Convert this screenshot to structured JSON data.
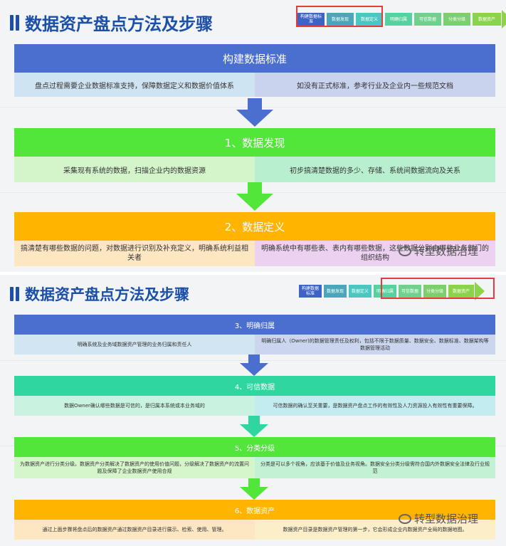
{
  "top": {
    "title": "数据资产盘点方法及步骤",
    "steps": [
      "构建数据标准",
      "数据发现",
      "数据定义",
      "明确归属",
      "可信数据",
      "分类分级",
      "数据资产"
    ],
    "blocks": [
      {
        "header": "构建数据标准",
        "left": "盘点过程需要企业数据标准支持，保障数据定义和数据价值体系",
        "right": "如没有正式标准，参考行业及企业内一些规范文档"
      },
      {
        "header": "1、数据发现",
        "left": "采集现有系统的数据，扫描企业内的数据资源",
        "right": "初步搞清楚数据的多少、存储、系统间数据流向及关系"
      },
      {
        "header": "2、数据定义",
        "left": "搞清楚有哪些数据的问题，对数据进行识别及补充定义，明确系统利益相关者",
        "right": "明确系统中有哪些表、表内有哪些数据，这些数据分别由哪些业务部门的组织结构"
      }
    ],
    "watermark": "转型数据治理"
  },
  "bottom": {
    "title": "数据资产盘点方法及步骤",
    "steps": [
      "构建数据标准",
      "数据发现",
      "数据定义",
      "明确归属",
      "可信数据",
      "分类分级",
      "数据资产"
    ],
    "blocks": [
      {
        "header": "3、明确归属",
        "left": "明确系统及业务域数据资产管理的业务归属和责任人",
        "right": "明确归属人（Owner)的数据管理责任及权利，包括不限于数据质量、数据安全、数据标准、数据架构等数据管理活动"
      },
      {
        "header": "4、可信数据",
        "left": "数据Owner确认哪些数据是可信的，是归属本系统或本业务域的",
        "right": "可信数据的确认至关重要，是数据资产盘点工作的有效性及人力资源投入有效性有重要保障。"
      },
      {
        "header": "5、分类分级",
        "left": "为数据资产进行分类分级。数据资产分类解决了数据资产的使用价值问题，分级解决了数据资产的流置问题及保障了企业数据资产使用合规",
        "right": "分类是可以多个视角，应该基于价值及业务视角。数据安全分类分级需符合国内外数据安全法律及行业规范"
      },
      {
        "header": "6、数据资产",
        "left": "通过上面步骤将盘点后的数据资产通过数据资产目录进行展示、检索、使用、管理。",
        "right": "数据资产目录是数据资产管理的第一步，它会形成企业内数据资产全局的数据地图。"
      }
    ],
    "watermark": "转型数据治理"
  },
  "colors": {
    "title": "#1b4fa8",
    "blue": "#4a6fcf",
    "green": "#52e63a",
    "orange": "#ffb400",
    "teal": "#2fd6a0"
  }
}
